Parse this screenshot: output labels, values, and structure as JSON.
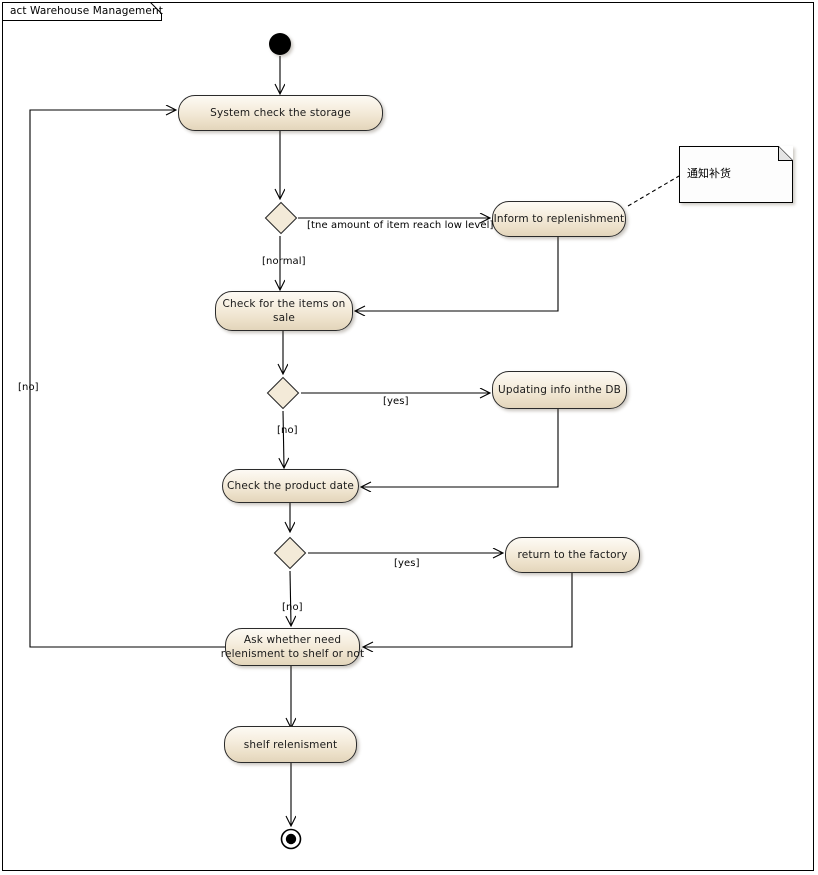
{
  "diagram": {
    "kind": "uml-activity-diagram",
    "frame_title": "act Warehouse Management",
    "background_color": "#ffffff",
    "node_fill_top": "#fdfaf4",
    "node_fill_bottom": "#e3d5bb",
    "line_color": "#000000"
  },
  "nodes": {
    "initial": {
      "name": "initial-node",
      "label": ""
    },
    "final": {
      "name": "final-node",
      "label": ""
    },
    "action_1": {
      "label": "System check the storage"
    },
    "action_2": {
      "label": "Inform to replenishment"
    },
    "action_3": {
      "label": "Check for the items on\nsale"
    },
    "action_4": {
      "label": "Updating info inthe DB"
    },
    "action_5": {
      "label": "Check the product date"
    },
    "action_6": {
      "label": "return to the factory"
    },
    "action_7": {
      "label": "Ask whether need\nrelenisment to shelf or not"
    },
    "action_8": {
      "label": "shelf relenisment"
    },
    "decision_1": {
      "label": ""
    },
    "decision_2": {
      "label": ""
    },
    "decision_3": {
      "label": ""
    }
  },
  "note": {
    "text": "通知补货"
  },
  "edge_labels": {
    "low_level": "[tne amount of item reach low level]",
    "normal": "[normal]",
    "yes_db": "[yes]",
    "no_db": "[no]",
    "yes_factory": "[yes]",
    "no_factory": "[no]",
    "no_loop": "[no]"
  }
}
